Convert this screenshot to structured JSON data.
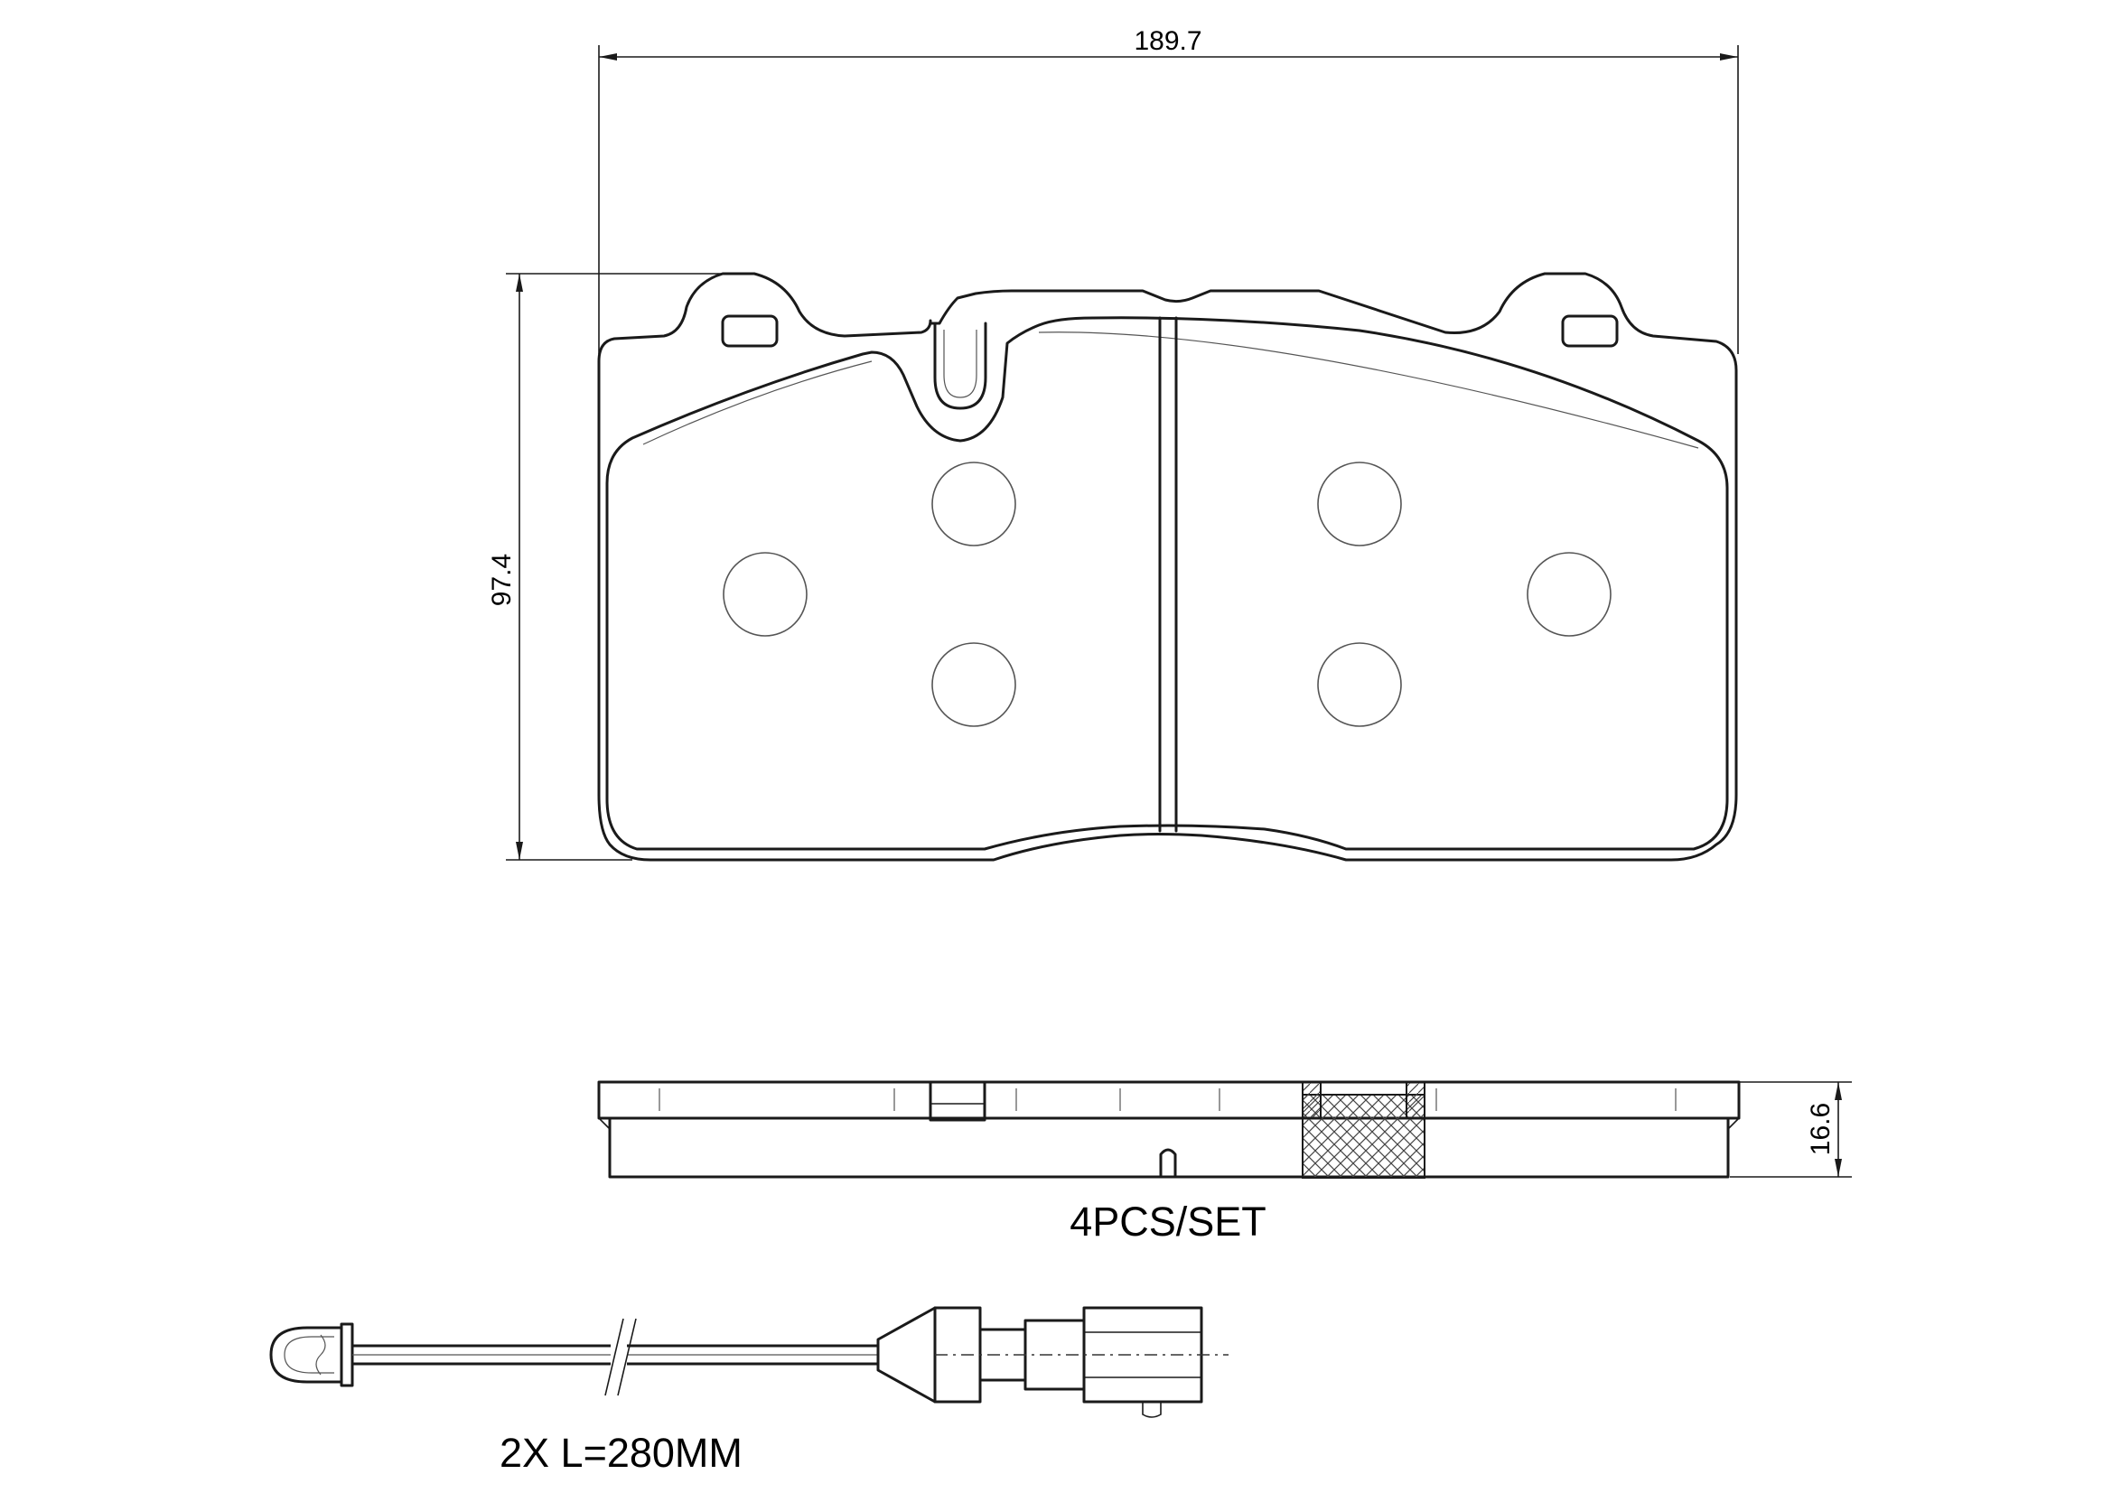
{
  "dimensions": {
    "width": "189.7",
    "height": "97.4",
    "thickness": "16.6"
  },
  "labels": {
    "set_quantity": "4PCS/SET",
    "sensor": "2X L=280MM"
  },
  "colors": {
    "line": "#1a1a1a",
    "background": "#ffffff"
  }
}
